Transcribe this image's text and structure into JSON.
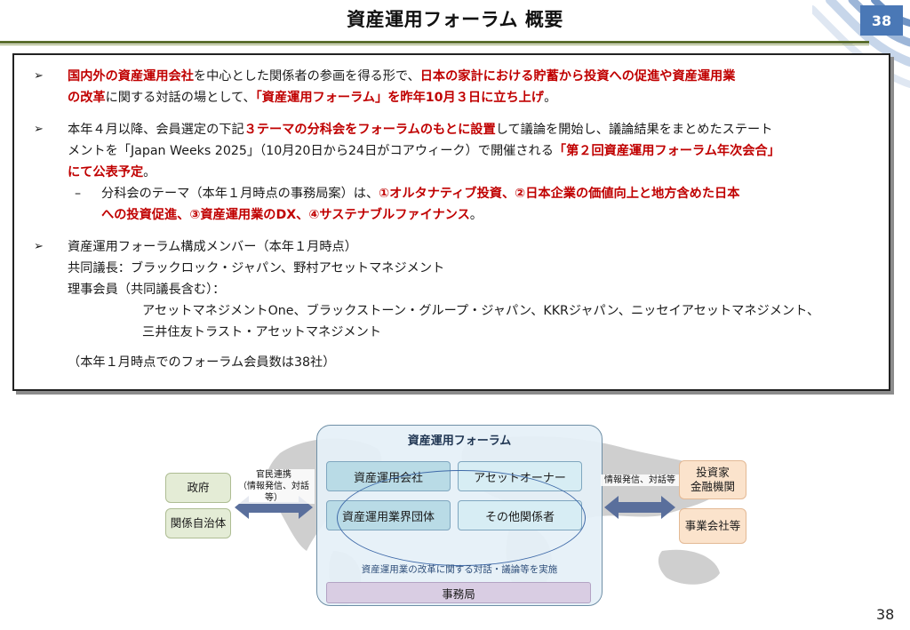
{
  "header": {
    "title": "資産運用フォーラム 概要",
    "page_badge": "38"
  },
  "bullets": {
    "b1": {
      "r1": "国内外の資産運用会社",
      "t1": "を中心とした関係者の参画を得る形で、",
      "r2": "日本の家計における貯蓄から投資への促進や資産運用業",
      "r3": "の改革",
      "t2": "に関する対話の場として、",
      "r4": "「資産運用フォーラム」を昨年10月３日に立ち上げ",
      "t3": "。"
    },
    "b2": {
      "t1": "本年４月以降、会員選定の下記",
      "r1": "３テーマの分科会をフォーラムのもとに設置",
      "t2": "して議論を開始し、議論結果をまとめたステート",
      "t3": "メントを「Japan Weeks 2025」（10月20日から24日がコアウィーク）で開催される",
      "r2": "「第２回資産運用フォーラム年次会合」",
      "r3": "にて公表予定",
      "t4": "。"
    },
    "sub": {
      "dash": "–",
      "t1": "分科会のテーマ（本年１月時点の事務局案）は、",
      "r1": "①オルタナティブ投資、②日本企業の価値向上と地方含めた日本",
      "r2": "への投資促進、③資産運用業のDX、④サステナブルファイナンス",
      "t2": "。"
    },
    "b3": {
      "t1": "資産運用フォーラム構成メンバー（本年１月時点）",
      "co_chairs": "共同議長：ブラックロック・ジャパン、野村アセットマネジメント",
      "board": "理事会員（共同議長含む）：",
      "members1": "アセットマネジメントOne、ブラックストーン・グループ・ジャパン、KKRジャパン、ニッセイアセットマネジメント、",
      "members2": "三井住友トラスト・アセットマネジメント"
    },
    "note": "（本年１月時点でのフォーラム会員数は38社）"
  },
  "diagram": {
    "forum_title": "資産運用フォーラム",
    "cells": {
      "asset_managers": "資産運用会社",
      "asset_owners": "アセットオーナー",
      "industry_groups": "資産運用業界団体",
      "others": "その他関係者"
    },
    "forum_desc": "資産運用業の改革に関する対話・議論等を実施",
    "secretariat": "事務局",
    "left": {
      "government": "政府",
      "local_gov": "関係自治体",
      "arrow_label_1": "官民連携",
      "arrow_label_2": "（情報発信、対話等）"
    },
    "right": {
      "investors": "投資家\n金融機関",
      "companies": "事業会社等",
      "arrow_label": "情報発信、対話等"
    }
  },
  "footer": {
    "page_number": "38"
  },
  "colors": {
    "accent_red": "#c00000",
    "badge_blue": "#4a78b6",
    "rule_olive": "#5b6e2e",
    "arrow_blue": "#5a6f9c"
  }
}
